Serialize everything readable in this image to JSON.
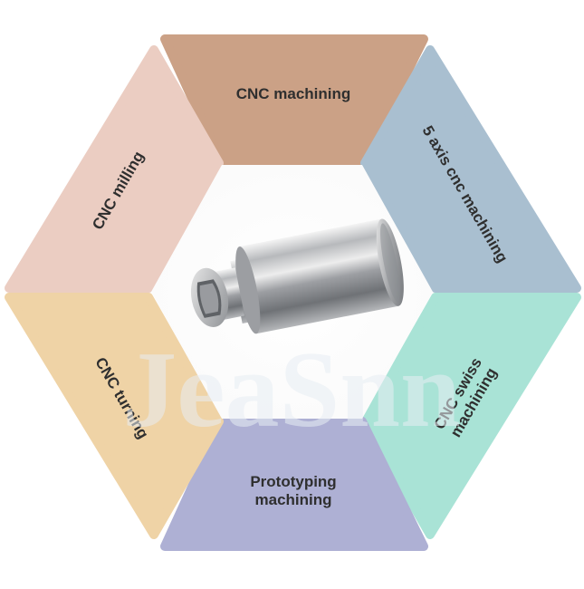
{
  "diagram": {
    "watermark_text": "JeaSnn",
    "center": {
      "icon": "cnc-machined-part"
    },
    "segments": [
      {
        "id": "top",
        "lines": [
          "CNC machining"
        ],
        "color": "#cba186"
      },
      {
        "id": "top-right",
        "lines": [
          "5 axis cnc machining"
        ],
        "color": "#a9bfd0"
      },
      {
        "id": "bottom-right",
        "lines": [
          "CNC swiss",
          "machining"
        ],
        "color": "#a9e3d6"
      },
      {
        "id": "bottom",
        "lines": [
          "Prototyping",
          "machining"
        ],
        "color": "#aeb0d4"
      },
      {
        "id": "bottom-left",
        "lines": [
          "CNC turning"
        ],
        "color": "#efd3a6"
      },
      {
        "id": "top-left",
        "lines": [
          "CNC milling"
        ],
        "color": "#ebcdc2"
      }
    ]
  }
}
